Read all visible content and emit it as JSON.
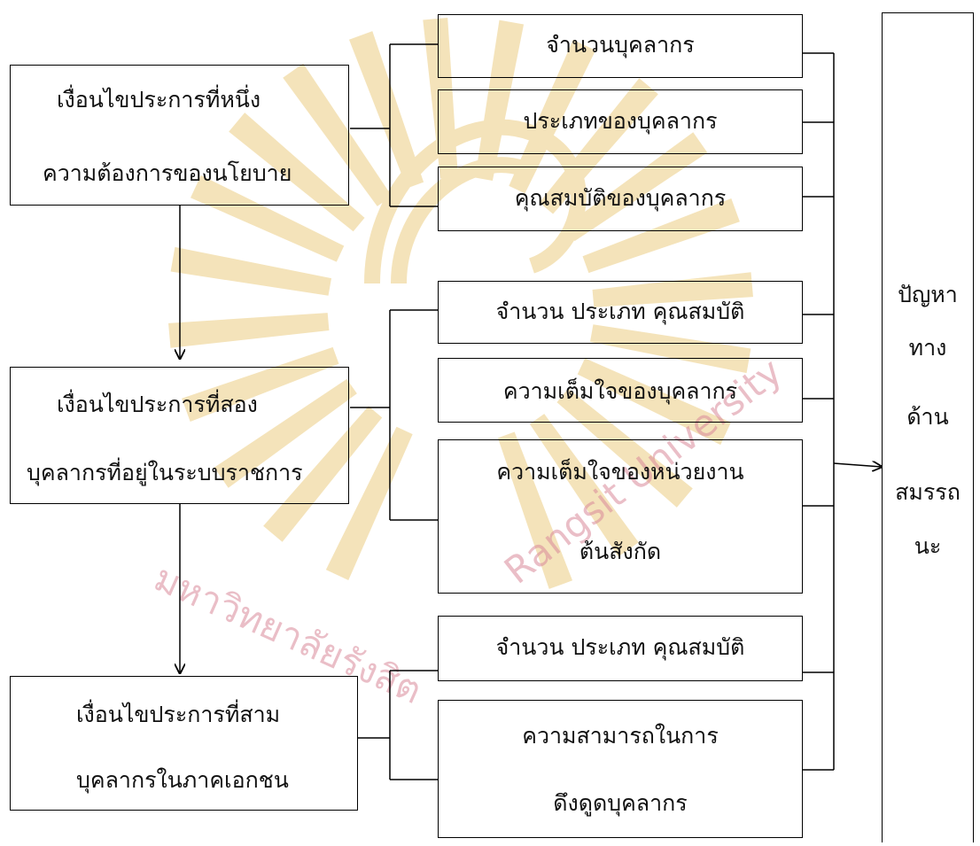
{
  "watermark": {
    "text_thai": "มหาวิทยาลัยรังสิต",
    "text_latin": "Rangsit University"
  },
  "conditions": [
    {
      "title": "เงื่อนไขประการที่หนึ่ง",
      "subtitle": "ความต้องการของนโยบาย"
    },
    {
      "title": "เงื่อนไขประการที่สอง",
      "subtitle": "บุคลากรที่อยู่ในระบบราชการ"
    },
    {
      "title": "เงื่อนไขประการที่สาม",
      "subtitle": "บุคลากรในภาคเอกชน"
    }
  ],
  "factors_group1": [
    "จำนวนบุคลากร",
    "ประเภทของบุคลากร",
    "คุณสมบัติของบุคลากร"
  ],
  "factors_group2": [
    "จำนวน ประเภท คุณสมบัติ",
    "ความเต็มใจของบุคลากร",
    "ความเต็มใจของหน่วยงาน",
    "ต้นสังกัด"
  ],
  "factors_group3": [
    "จำนวน ประเภท คุณสมบัติ",
    "ความสามารถในการ",
    "ดึงดูดบุคลากร"
  ],
  "outcome": [
    "ปัญหา",
    "ทาง",
    "ด้าน",
    "สมรรถ",
    "นะ"
  ]
}
